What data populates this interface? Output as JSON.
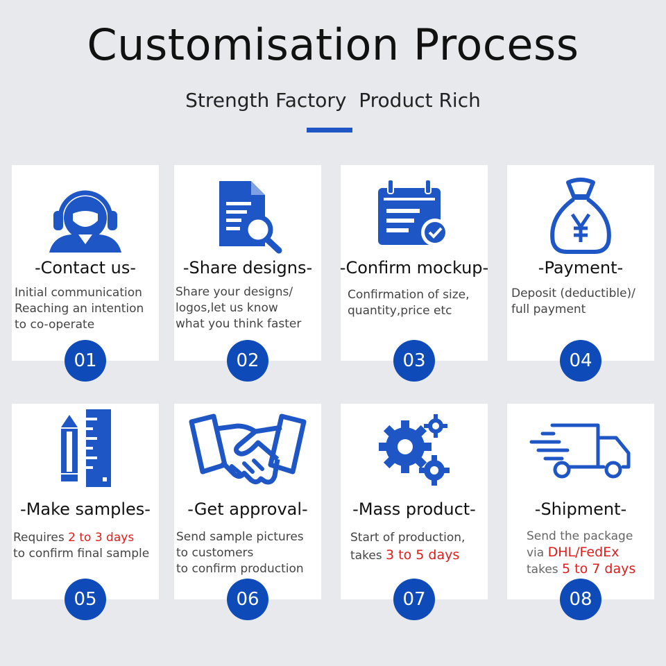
{
  "header": {
    "title": "Customisation Process",
    "subtitle": "Strength Factory  Product Rich"
  },
  "colors": {
    "accent": "#1f56c6",
    "badge": "#0f4bb8",
    "highlight": "#e21b1b",
    "card_bg": "#ffffff",
    "page_bg": "#e8e9ec"
  },
  "steps": [
    {
      "number": "01",
      "icon": "headset-icon",
      "title": "-Contact us-",
      "lines": [
        "Initial communication",
        "Reaching an intention",
        "to co-operate"
      ]
    },
    {
      "number": "02",
      "icon": "document-search-icon",
      "title": "-Share designs-",
      "lines": [
        "Share your designs/",
        "logos,let us know",
        "what you think faster"
      ]
    },
    {
      "number": "03",
      "icon": "calendar-check-icon",
      "title": "-Confirm mockup-",
      "lines": [
        "Confirmation of size,",
        "quantity,price etc"
      ]
    },
    {
      "number": "04",
      "icon": "money-bag-yen-icon",
      "title": "-Payment-",
      "lines": [
        "Deposit (deductible)/",
        "full payment"
      ]
    },
    {
      "number": "05",
      "icon": "pencil-ruler-icon",
      "title": "-Make samples-",
      "line1_pre": "Requires ",
      "line1_hl": "2 to 3 days",
      "line2": "to confirm final sample"
    },
    {
      "number": "06",
      "icon": "handshake-icon",
      "title": "-Get approval-",
      "lines": [
        "Send sample pictures",
        "to customers",
        "to confirm production"
      ]
    },
    {
      "number": "07",
      "icon": "gears-icon",
      "title": "-Mass product-",
      "line1": "Start of production,",
      "line2_pre": "takes ",
      "line2_hl": "3 to 5 days"
    },
    {
      "number": "08",
      "icon": "delivery-truck-icon",
      "title": "-Shipment-",
      "line1": "Send the package",
      "line2_pre": "via ",
      "line2_hl": "DHL/FedEx",
      "line3_pre": "takes ",
      "line3_hl": "5 to 7 days"
    }
  ]
}
